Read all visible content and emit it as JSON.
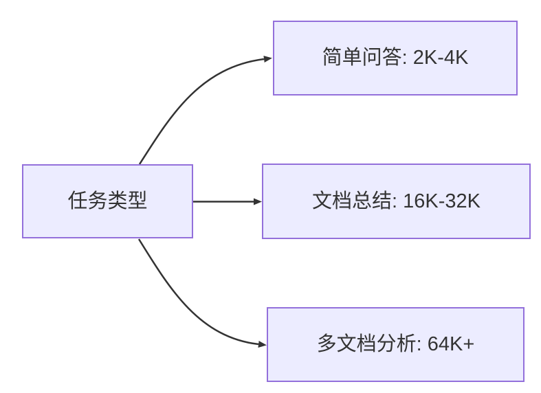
{
  "diagram": {
    "type": "flowchart-left-to-right",
    "colors": {
      "node_fill": "#ECECFF",
      "node_border": "#9370DB",
      "arrow": "#333333",
      "text": "#333333",
      "background": "#ffffff"
    },
    "root": {
      "id": "task-type",
      "label": "任务类型"
    },
    "branches": [
      {
        "id": "simple-qa",
        "label": "简单问答: 2K-4K"
      },
      {
        "id": "doc-summary",
        "label": "文档总结: 16K-32K"
      },
      {
        "id": "multi-doc-analysis",
        "label": "多文档分析: 64K+"
      }
    ],
    "edges": [
      {
        "from": "task-type",
        "to": "simple-qa"
      },
      {
        "from": "task-type",
        "to": "doc-summary"
      },
      {
        "from": "task-type",
        "to": "multi-doc-analysis"
      }
    ]
  }
}
